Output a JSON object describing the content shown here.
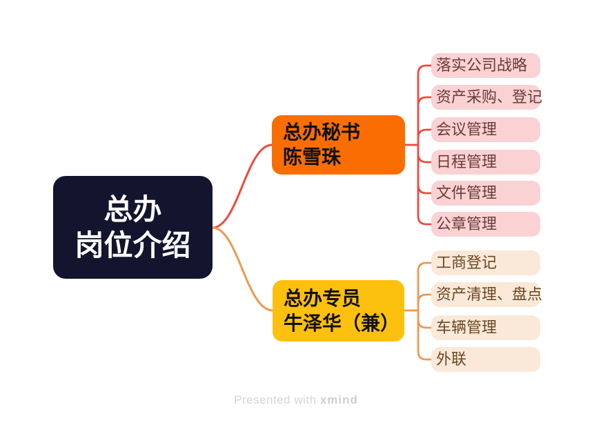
{
  "root": {
    "lines": [
      "总办",
      "岗位介绍"
    ],
    "bg": "#13152F",
    "text_color": "#FFFFFF"
  },
  "branches": [
    {
      "title_lines": [
        "总办秘书",
        "陈雪珠"
      ],
      "bg": "#FA6E01",
      "text_color": "#101010",
      "connector_color": "#F3463C",
      "child_bg": "#FAD2D4",
      "child_text_color": "#6B3A36",
      "children": [
        "落实公司战略",
        "资产采购、登记",
        "会议管理",
        "日程管理",
        "文件管理",
        "公章管理"
      ]
    },
    {
      "title_lines": [
        "总办专员",
        "牛泽华（兼）"
      ],
      "bg": "#FCC00E",
      "text_color": "#101010",
      "connector_color": "#F0984B",
      "child_bg": "#FAE9D8",
      "child_text_color": "#6B4723",
      "children": [
        "工商登记",
        "资产清理、盘点",
        "车辆管理",
        "外联"
      ]
    }
  ],
  "footer": {
    "prefix": "Presented with ",
    "brand": "xmind"
  }
}
